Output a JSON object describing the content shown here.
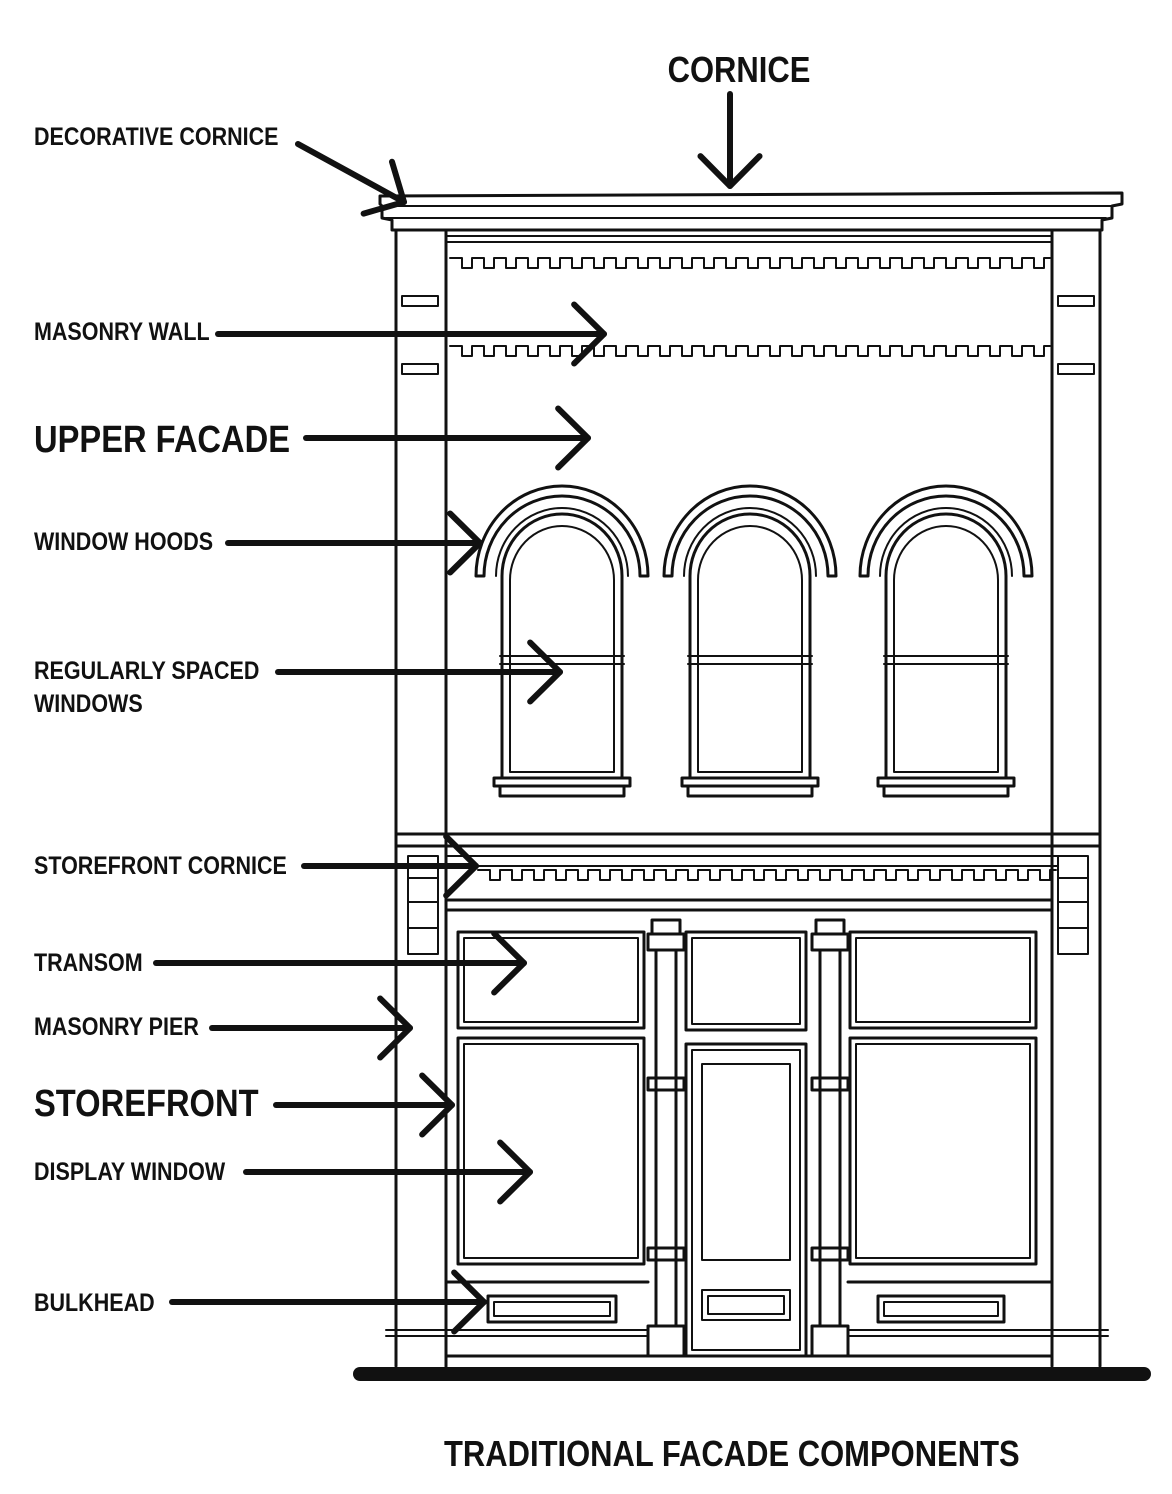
{
  "title": "TRADITIONAL FACADE COMPONENTS",
  "labels": {
    "cornice": "CORNICE",
    "decorative_cornice": "DECORATIVE CORNICE",
    "masonry_wall": "MASONRY WALL",
    "upper_facade": "UPPER FACADE",
    "window_hoods": "WINDOW HOODS",
    "regularly_spaced_windows_1": "REGULARLY SPACED",
    "regularly_spaced_windows_2": "WINDOWS",
    "storefront_cornice": "STOREFRONT CORNICE",
    "transom": "TRANSOM",
    "masonry_pier": "MASONRY PIER",
    "storefront": "STOREFRONT",
    "display_window": "DISPLAY WINDOW",
    "bulkhead": "BULKHEAD"
  },
  "style": {
    "ink": "#111111",
    "background": "#ffffff"
  }
}
